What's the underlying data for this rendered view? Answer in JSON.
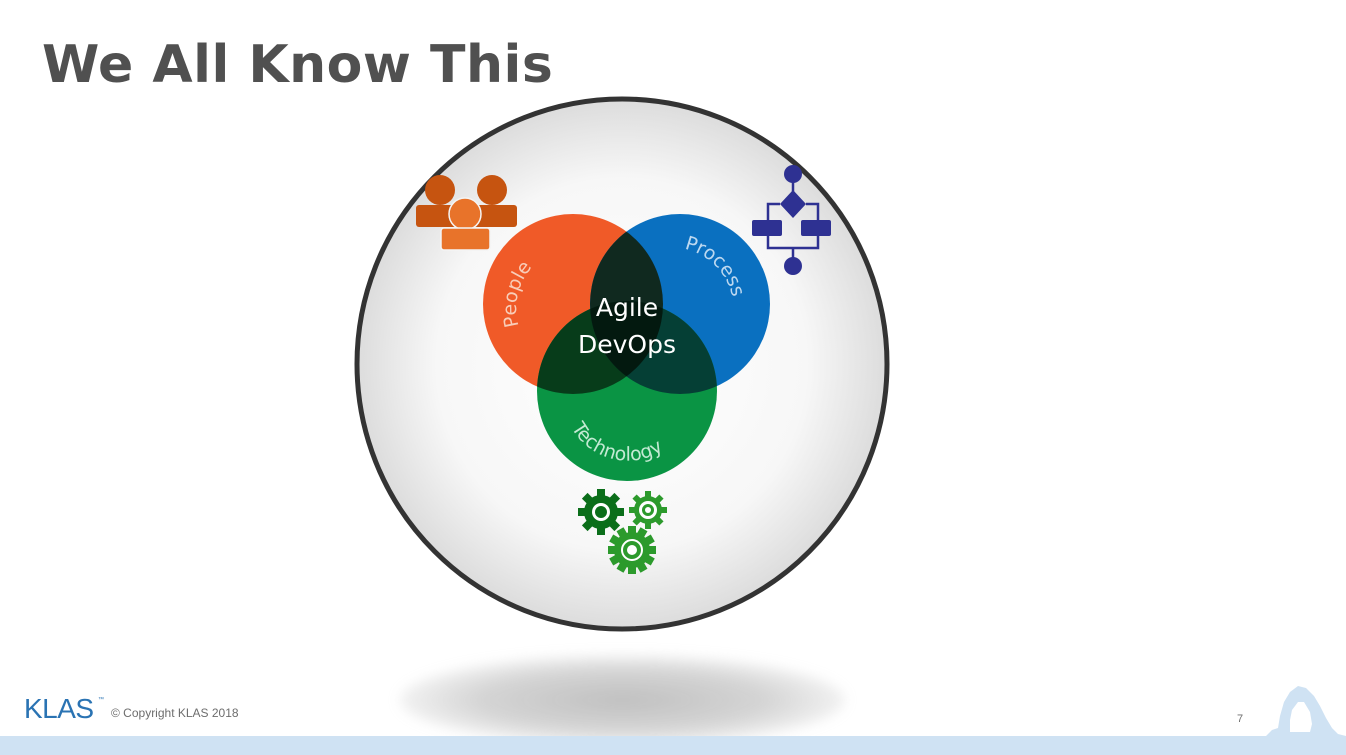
{
  "slide": {
    "title": "We All Know This",
    "page_number": "7"
  },
  "diagram": {
    "center_label_line1": "Agile",
    "center_label_line2": "DevOps",
    "circles": [
      {
        "label": "People",
        "color": "#f05a28"
      },
      {
        "label": "Process",
        "color": "#0a70c0"
      },
      {
        "label": "Technology",
        "color": "#0a9444"
      }
    ],
    "icons": {
      "people": {
        "name": "people-group-icon",
        "color_back": "#c65410",
        "color_front": "#e8732a"
      },
      "process": {
        "name": "flowchart-icon",
        "color": "#2e3192"
      },
      "technology": {
        "name": "gears-icon",
        "color_dark": "#0b6e1a",
        "color_light": "#2c9a2c"
      }
    },
    "outer_ring_color": "#333333",
    "label_color": "#c9eadb"
  },
  "footer": {
    "logo": "KLAS",
    "logo_tm": "™",
    "copyright": "© Copyright KLAS 2018",
    "band_color": "#cfe2f3"
  }
}
